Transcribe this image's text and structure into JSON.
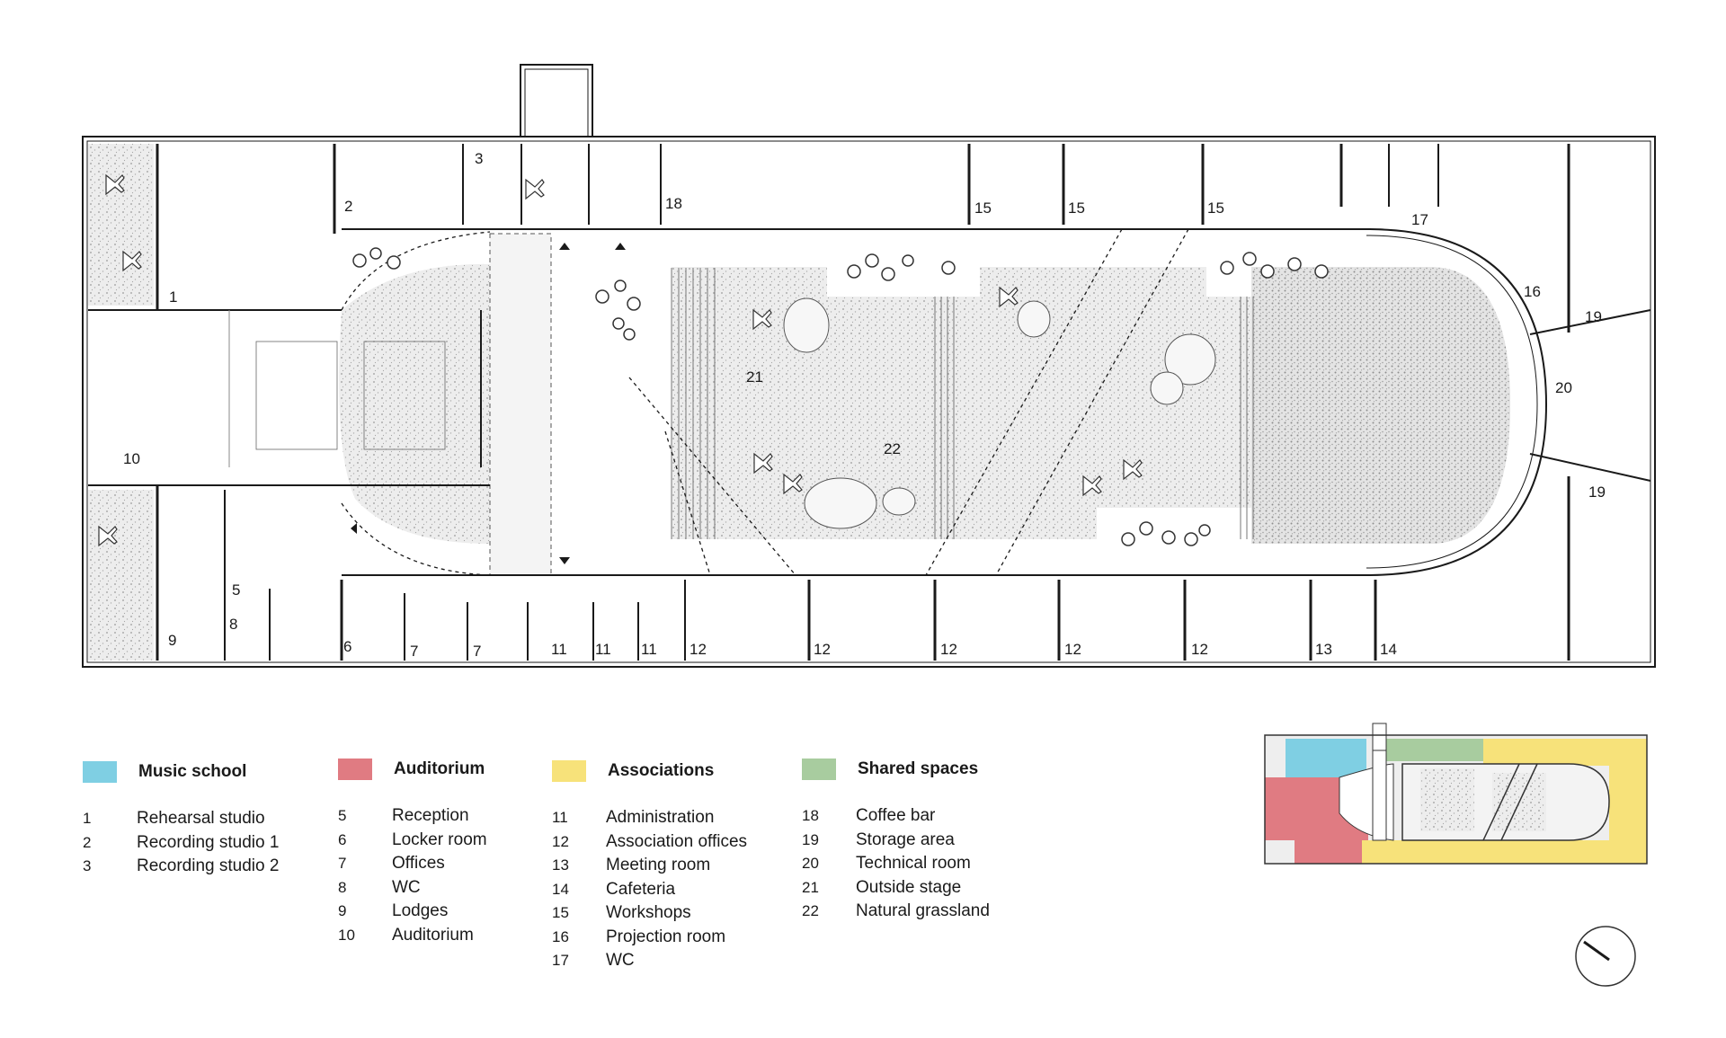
{
  "room_labels": {
    "r1": "1",
    "r2": "2",
    "r3": "3",
    "r5": "5",
    "r6": "6",
    "r7a": "7",
    "r7b": "7",
    "r8": "8",
    "r9": "9",
    "r10": "10",
    "r11a": "11",
    "r11b": "11",
    "r11c": "11",
    "r12a": "12",
    "r12b": "12",
    "r12c": "12",
    "r12d": "12",
    "r12e": "12",
    "r13": "13",
    "r14": "14",
    "r15a": "15",
    "r15b": "15",
    "r15c": "15",
    "r16": "16",
    "r17": "17",
    "r18": "18",
    "r19a": "19",
    "r19b": "19",
    "r20": "20",
    "r21": "21",
    "r22": "22"
  },
  "legend": {
    "music": {
      "title": "Music school",
      "color": "#7fcfe3",
      "items": [
        {
          "num": "1",
          "label": "Rehearsal studio"
        },
        {
          "num": "2",
          "label": "Recording studio 1"
        },
        {
          "num": "3",
          "label": "Recording studio 2"
        }
      ]
    },
    "auditorium": {
      "title": "Auditorium",
      "color": "#e07b82",
      "items": [
        {
          "num": "5",
          "label": "Reception"
        },
        {
          "num": "6",
          "label": "Locker room"
        },
        {
          "num": "7",
          "label": "Offices"
        },
        {
          "num": "8",
          "label": "WC"
        },
        {
          "num": "9",
          "label": "Lodges"
        },
        {
          "num": "10",
          "label": "Auditorium"
        }
      ]
    },
    "associations": {
      "title": "Associations",
      "color": "#f7e27a",
      "items": [
        {
          "num": "11",
          "label": "Administration"
        },
        {
          "num": "12",
          "label": "Association offices"
        },
        {
          "num": "13",
          "label": "Meeting room"
        },
        {
          "num": "14",
          "label": "Cafeteria"
        },
        {
          "num": "15",
          "label": "Workshops"
        },
        {
          "num": "16",
          "label": "Projection room"
        },
        {
          "num": "17",
          "label": "WC"
        }
      ]
    },
    "shared": {
      "title": "Shared spaces",
      "color": "#a8cc9f",
      "items": [
        {
          "num": "18",
          "label": "Coffee bar"
        },
        {
          "num": "19",
          "label": "Storage area"
        },
        {
          "num": "20",
          "label": "Technical room"
        },
        {
          "num": "21",
          "label": "Outside stage"
        },
        {
          "num": "22",
          "label": "Natural grassland"
        }
      ]
    }
  },
  "colors": {
    "music": "#7fcfe3",
    "auditorium": "#e07b82",
    "associations": "#f7e27a",
    "shared": "#a8cc9f",
    "grass": "#e9e9e9",
    "wall": "#1a1a1a"
  },
  "icons": [
    "north-arrow-icon",
    "tree-icon",
    "airplane-icon"
  ]
}
